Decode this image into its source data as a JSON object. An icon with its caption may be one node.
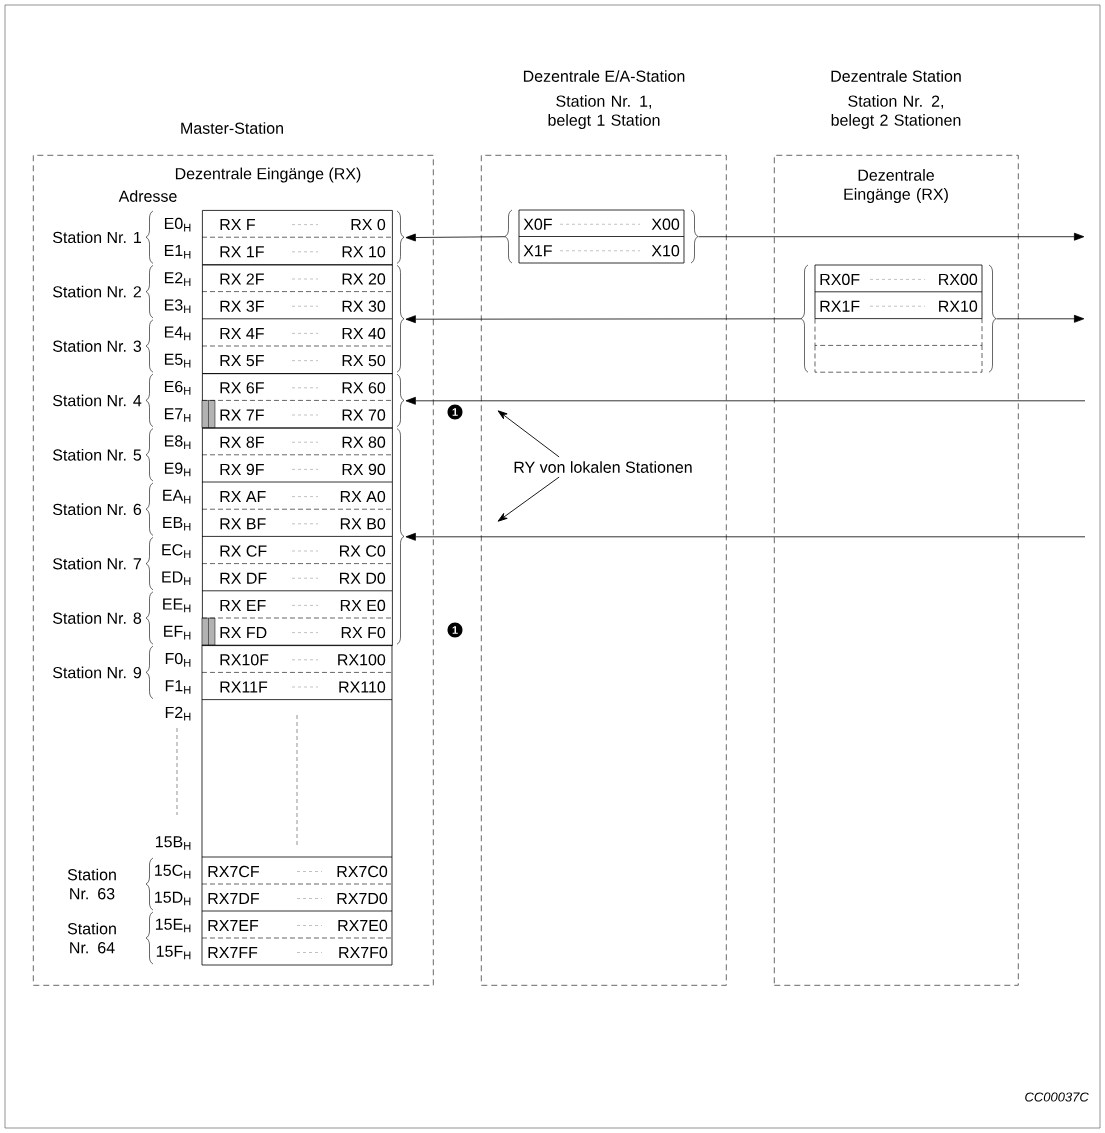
{
  "diagram": {
    "nodes": [
      {
        "text": [
          "Master-Station",
          "Dezentrale Eingänge (RX)",
          "Adresse"
        ]
      },
      {
        "text": [
          "Dezentrale E/A-Station",
          "Station Nr. 1, belegt 1 Station"
        ]
      },
      {
        "text": [
          "Dezentrale Station",
          "Station Nr. 2, belegt 2 Stationen",
          "Dezentrale Eingänge (RX)"
        ]
      },
      {
        "text": [
          "RX F",
          "RX 0",
          "RX 1F",
          "RX 10"
        ],
        "in": 0
      },
      {
        "text": [
          "RX 2F",
          "RX 20",
          "RX 3F",
          "RX 30",
          "RX 4F",
          "RX 40",
          "RX 5F",
          "RX 50"
        ],
        "in": 0
      },
      {
        "text": [
          "RX 6F",
          "RX 60",
          "RX 7F",
          "RX 70"
        ],
        "in": 0
      },
      {
        "text": [
          "RX 8F",
          "RX 80",
          "RX 9F",
          "RX 90",
          "RX AF",
          "RX A0",
          "RX BF",
          "RX B0",
          "RX CF",
          "RX C0",
          "RX DF",
          "RX D0",
          "RX EF",
          "RX E0",
          "RX FD",
          "RX F0"
        ],
        "in": 0
      },
      {
        "text": [
          "X0F",
          "X00",
          "X1F",
          "X10"
        ],
        "in": 1
      },
      {
        "text": [
          "RX0F",
          "RX00",
          "RX1F",
          "RX10"
        ],
        "in": 2
      },
      {
        "text": [
          "RY von lokalen Stationen"
        ],
        "in": 1
      }
    ],
    "edges": [
      {
        "from": 7,
        "to": 3,
        "arrow": "to"
      },
      {
        "from": 7,
        "to": null,
        "arrow": "to"
      },
      {
        "from": 8,
        "to": 4,
        "arrow": "to"
      },
      {
        "from": 8,
        "to": null,
        "arrow": "to"
      },
      {
        "from": null,
        "to": 5,
        "arrow": "to"
      },
      {
        "from": null,
        "to": 6,
        "arrow": "to"
      },
      {
        "from": 9,
        "to": null,
        "arrow": "to"
      },
      {
        "from": 9,
        "to": null,
        "arrow": "to"
      }
    ],
    "labels": [
      "Station Nr. 1",
      "Station Nr. 2",
      "Station Nr. 3",
      "Station Nr. 4",
      "Station Nr. 5",
      "Station Nr. 6",
      "Station Nr. 7",
      "Station Nr. 8",
      "Station Nr. 9",
      "Station Nr. 63",
      "Station Nr. 64",
      "E0$_{H}$",
      "E1$_{H}$",
      "E2$_{H}$",
      "E3$_{H}$",
      "E4$_{H}$",
      "E5$_{H}$",
      "E6$_{H}$",
      "E7$_{H}$",
      "E8$_{H}$",
      "E9$_{H}$",
      "EA$_{H}$",
      "EB$_{H}$",
      "EC$_{H}$",
      "ED$_{H}$",
      "EE$_{H}$",
      "EF$_{H}$",
      "F0$_{H}$",
      "F1$_{H}$",
      "F2$_{H}$",
      "15B$_{H}$",
      "15C$_{H}$",
      "15D$_{H}$",
      "15E$_{H}$",
      "15F$_{H}$",
      "RX10F",
      "RX100",
      "RX11F",
      "RX110",
      "RX7CF",
      "RX7C0",
      "RX7DF",
      "RX7D0",
      "RX7EF",
      "RX7E0",
      "RX7FF",
      "RX7F0",
      "1",
      "1",
      "CC00037C"
    ]
  }
}
